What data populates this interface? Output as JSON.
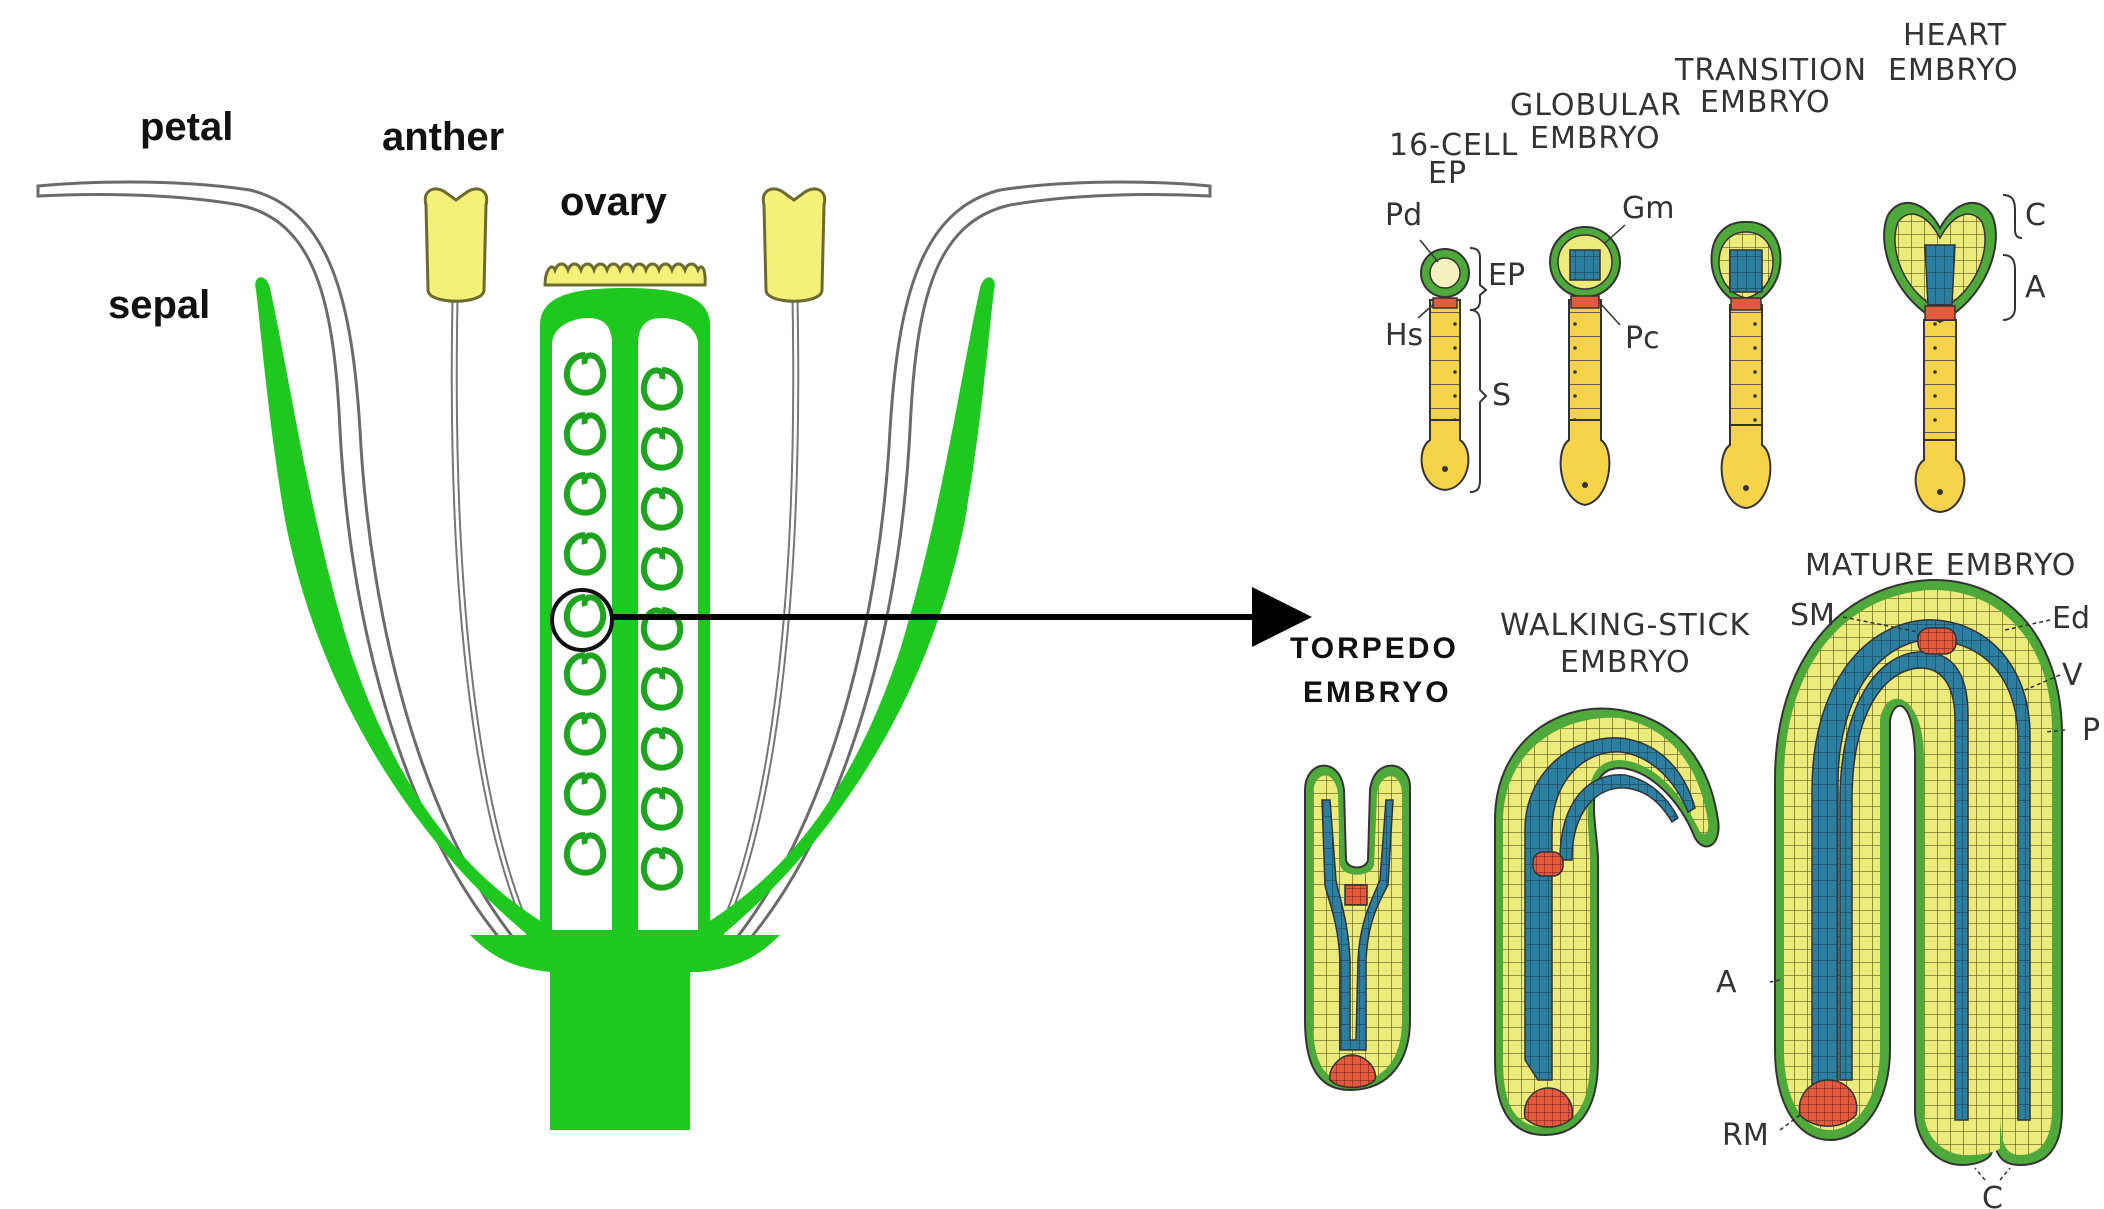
{
  "colors": {
    "plant_green": "#1ec81e",
    "anther_yellow": "#f4f07a",
    "embryo_yellow": "#f7d34a",
    "tissue_yellow": "#ecea7a",
    "vascular_blue": "#2c7fa0",
    "meristem_red": "#e35a3e",
    "protoderm_green": "#4fa83a"
  },
  "flower_labels": {
    "petal": "petal",
    "anther": "anther",
    "ovary": "ovary",
    "sepal": "sepal"
  },
  "embryo_stages": {
    "s16_line1": "16-CELL",
    "s16_line2": "EP",
    "globular_line1": "GLOBULAR",
    "globular_line2": "EMBRYO",
    "transition_line1": "TRANSITION",
    "transition_line2": "EMBRYO",
    "heart_line1": "HEART",
    "heart_line2": "EMBRYO",
    "torpedo_line1": "TORPEDO",
    "torpedo_line2": "EMBRYO",
    "walking_line1": "WALKING-STICK",
    "walking_line2": "EMBRYO",
    "mature": "MATURE EMBRYO"
  },
  "part_labels": {
    "pd": "Pd",
    "ep": "EP",
    "hs": "Hs",
    "s": "S",
    "gm": "Gm",
    "pc": "Pc",
    "c": "C",
    "a": "A",
    "sm": "SM",
    "ed": "Ed",
    "v": "V",
    "p": "P",
    "a_mature": "A",
    "rm": "RM",
    "c_mature": "C"
  }
}
